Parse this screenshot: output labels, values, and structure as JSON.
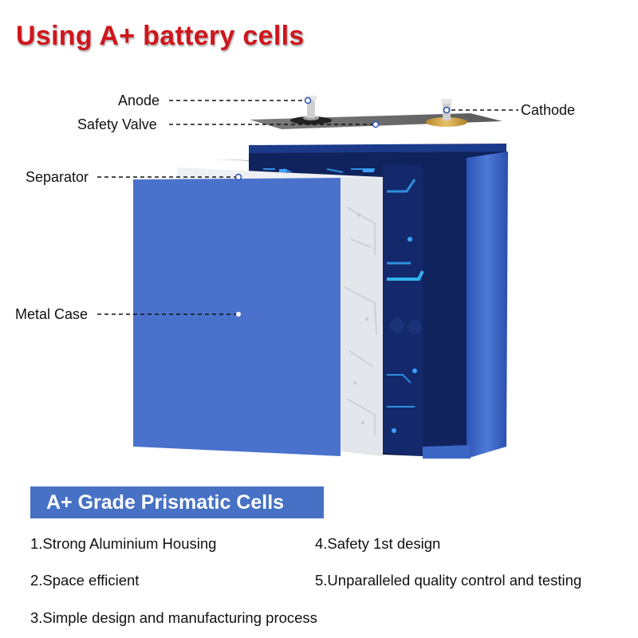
{
  "title": "Using A+ battery cells",
  "components": {
    "anode": "Anode",
    "safety_valve": "Safety Valve",
    "cathode": "Cathode",
    "separator": "Separator",
    "metal_case": "Metal Case"
  },
  "banner": "A+ Grade Prismatic Cells",
  "features": [
    "1.Strong Aluminium Housing",
    "2.Space efficient",
    "3.Simple design and manufacturing process",
    "4.Safety 1st design",
    "5.Unparalleled quality control and testing"
  ],
  "colors": {
    "title": "#d0151c",
    "case_blue": "#4a72cc",
    "banner_blue": "#4771c4",
    "circuit_dark": "#0f1f54",
    "separator_gray": "#eef0f3",
    "cathode_gold": "#d6a646"
  }
}
